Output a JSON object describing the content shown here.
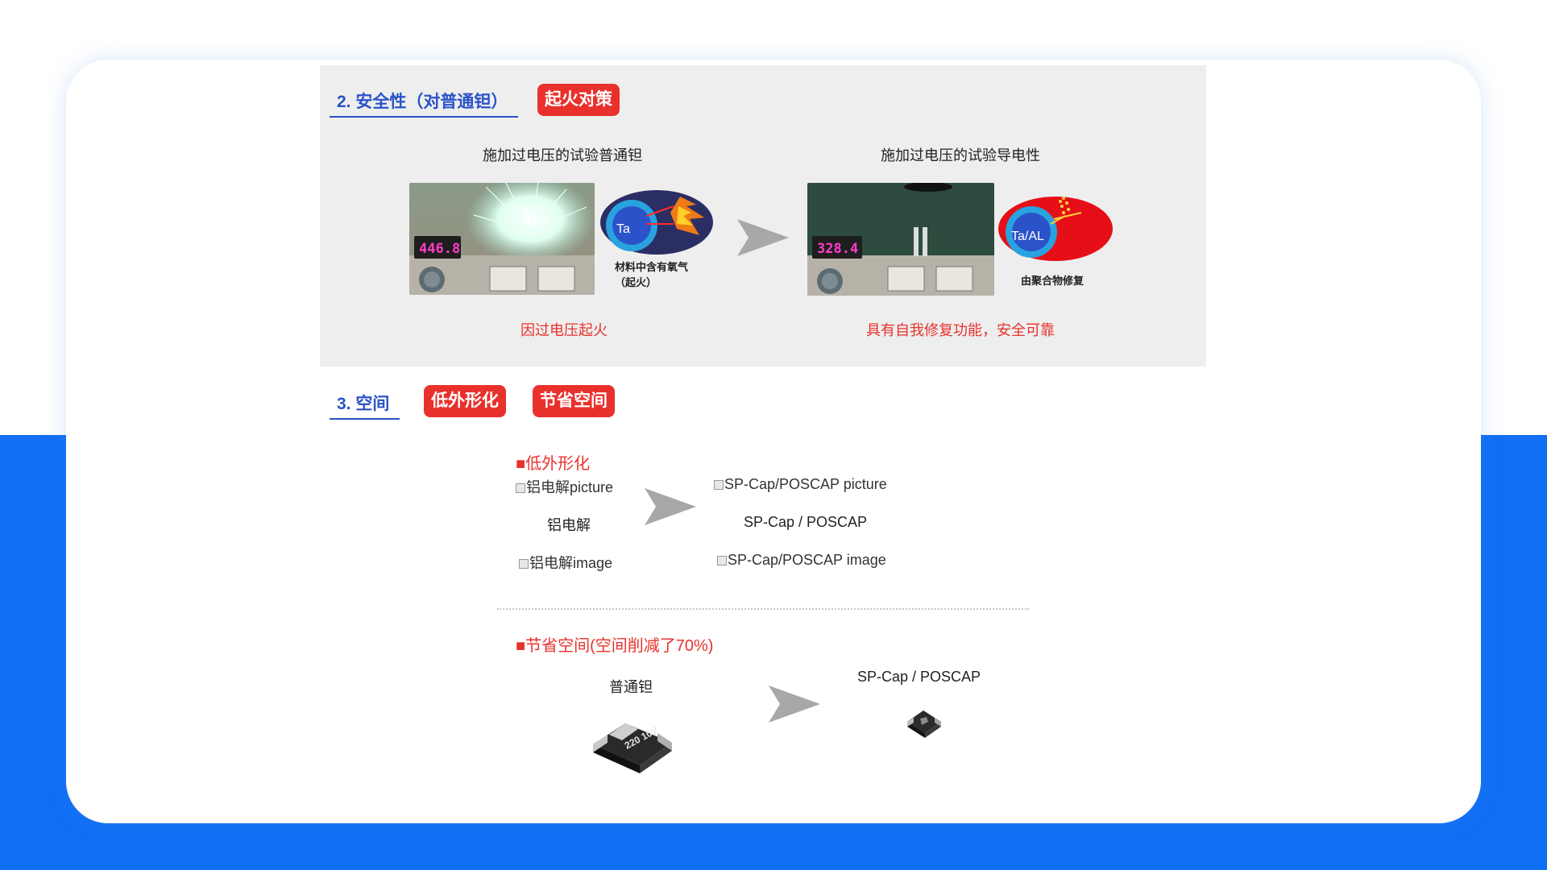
{
  "section2": {
    "title": "2. 安全性（对普通钽）",
    "badge": "起火对策",
    "left": {
      "caption": "施加过电压的试验普通钽",
      "meter_value": "446.8",
      "element_label": "Ta",
      "note_line1": "材料中含有氧气",
      "note_line2": "（起火）",
      "result": "因过电压起火"
    },
    "right": {
      "caption": "施加过电压的试验导电性",
      "meter_value": "328.4",
      "element_label": "Ta/AL",
      "note_line1": "由聚合物修复",
      "result": "具有自我修复功能，安全可靠"
    }
  },
  "section3": {
    "title": "3. 空间",
    "badges": [
      "低外形化",
      "节省空间"
    ],
    "low_profile": {
      "heading": "■低外形化",
      "left_img_alt_top": "铝电解picture",
      "left_label": "铝电解",
      "left_img_alt_bottom": "铝电解image",
      "right_img_alt_top": "SP-Cap/POSCAP picture",
      "right_label": "SP-Cap / POSCAP",
      "right_img_alt_bottom": "SP-Cap/POSCAP image"
    },
    "space_saving": {
      "heading": "■节省空间(空间削减了70%)",
      "left_label": "普通钽",
      "left_chip_text": "220 10V",
      "right_label": "SP-Cap / POSCAP"
    }
  },
  "colors": {
    "accent_blue": "#2a52c8",
    "badge_red": "#e9312c",
    "band_blue": "#0f6ff5",
    "panel_gray": "#eeeeee"
  }
}
